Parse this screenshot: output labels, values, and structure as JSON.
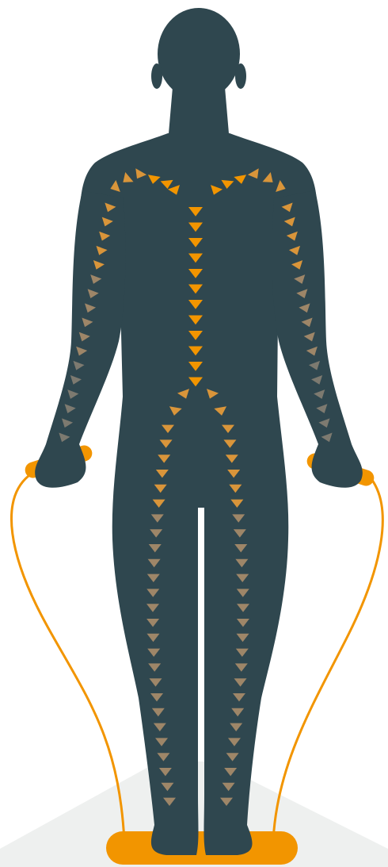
{
  "colors": {
    "background": "#ffffff",
    "floor": "#eef0ef",
    "body": "#2f474f",
    "rope": "#f29500",
    "arrow_strong": "#f29500",
    "arrow_mid": "#d9953a",
    "arrow_muted": "#9e8668",
    "arrow_faint": "#7d7a70"
  },
  "figure": {
    "subject": "standing-person-silhouette",
    "holding": "jump-rope",
    "arrow_direction_spine": "down",
    "arrow_direction_limbs": "down"
  },
  "icons": {
    "figure": "person-silhouette-icon",
    "rope": "jump-rope-icon",
    "handle_left": "rope-handle-icon",
    "handle_right": "rope-handle-icon"
  }
}
